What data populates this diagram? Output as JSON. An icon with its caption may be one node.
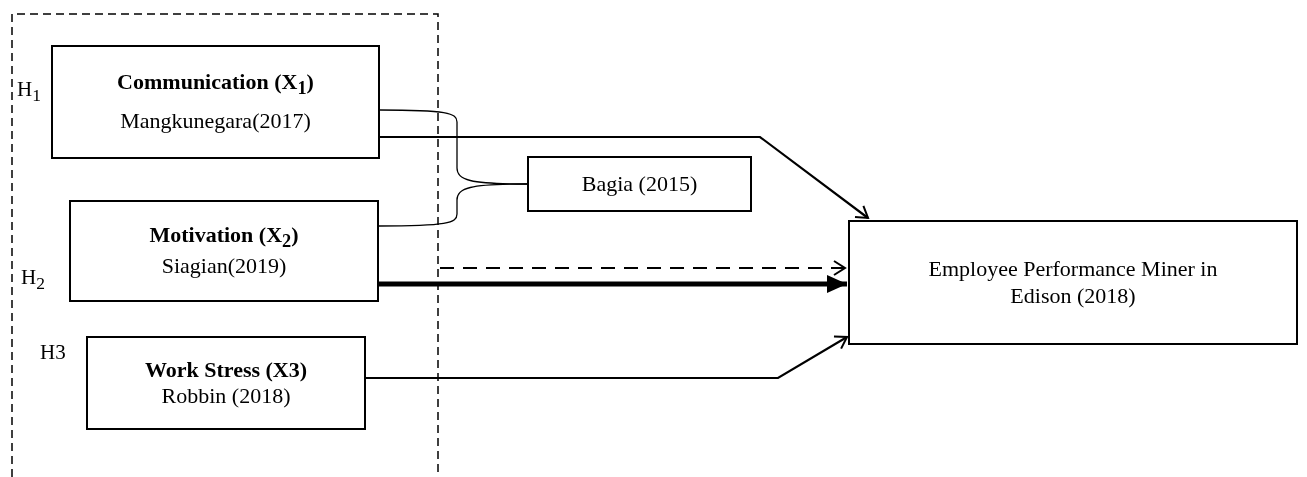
{
  "diagram": {
    "nodes": [
      {
        "text": [],
        "shape": "box"
      },
      {
        "text": [
          "Communication (X$_{1}$)",
          "Mangkunegara(2017)"
        ],
        "in": 0
      },
      {
        "text": [
          "Motivation (X$_{2}$)",
          "Siagian(2019)"
        ],
        "in": 0
      },
      {
        "text": [
          "Work Stress (X3)",
          "Robbin (2018)"
        ],
        "in": 0
      },
      {
        "text": [
          "Bagia (2015)"
        ]
      },
      {
        "text": [
          "Employee Performance Miner in Edison (2018)"
        ]
      }
    ],
    "edges": [
      {
        "from": 1,
        "to": 4,
        "arrow": "none"
      },
      {
        "from": 2,
        "to": 4,
        "arrow": "none"
      },
      {
        "from": 1,
        "to": 5,
        "arrow": "to"
      },
      {
        "from": 0,
        "to": 5,
        "arrow": "to",
        "style": "dashed"
      },
      {
        "from": 2,
        "to": 5,
        "arrow": "to",
        "style": "thick"
      },
      {
        "from": 3,
        "to": 5,
        "arrow": "to"
      }
    ],
    "labels": [
      "H$_{1}$",
      "H$_{2}$",
      "H3"
    ]
  }
}
